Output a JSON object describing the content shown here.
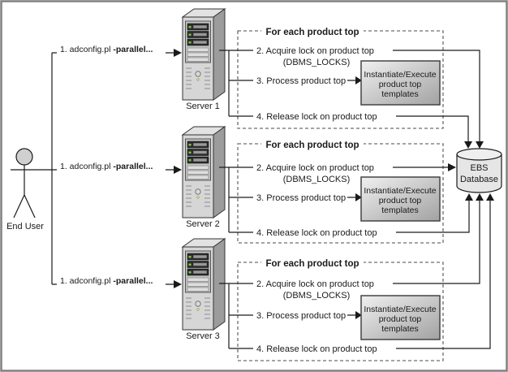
{
  "actor": {
    "label": "End User"
  },
  "command": {
    "prefix": "1. adconfig.pl ",
    "flag": "-parallel..."
  },
  "servers": [
    {
      "label": "Server 1"
    },
    {
      "label": "Server 2"
    },
    {
      "label": "Server 3"
    }
  ],
  "loop": {
    "title": "For each product top",
    "step_acquire": "2. Acquire lock on product top",
    "step_acquire_sub": "(DBMS_LOCKS)",
    "step_process": "3. Process product top",
    "step_release": "4. Release lock on product top",
    "process_box": {
      "line1": "Instantiate/Execute",
      "line2": "product top",
      "line3": "templates"
    }
  },
  "database": {
    "line1": "EBS",
    "line2": "Database"
  },
  "colors": {
    "line": "#1a1a1a",
    "dashed_border": "#6e6e6e",
    "frame_border": "#808080",
    "tower_front": "#d6d6d6",
    "tower_side": "#9c9c9c",
    "led_green": "#7ac943",
    "process_box_gradient_start": "#f0f0f0",
    "process_box_gradient_end": "#a2a2a2",
    "cylinder_fill": "#e6e6e6"
  }
}
